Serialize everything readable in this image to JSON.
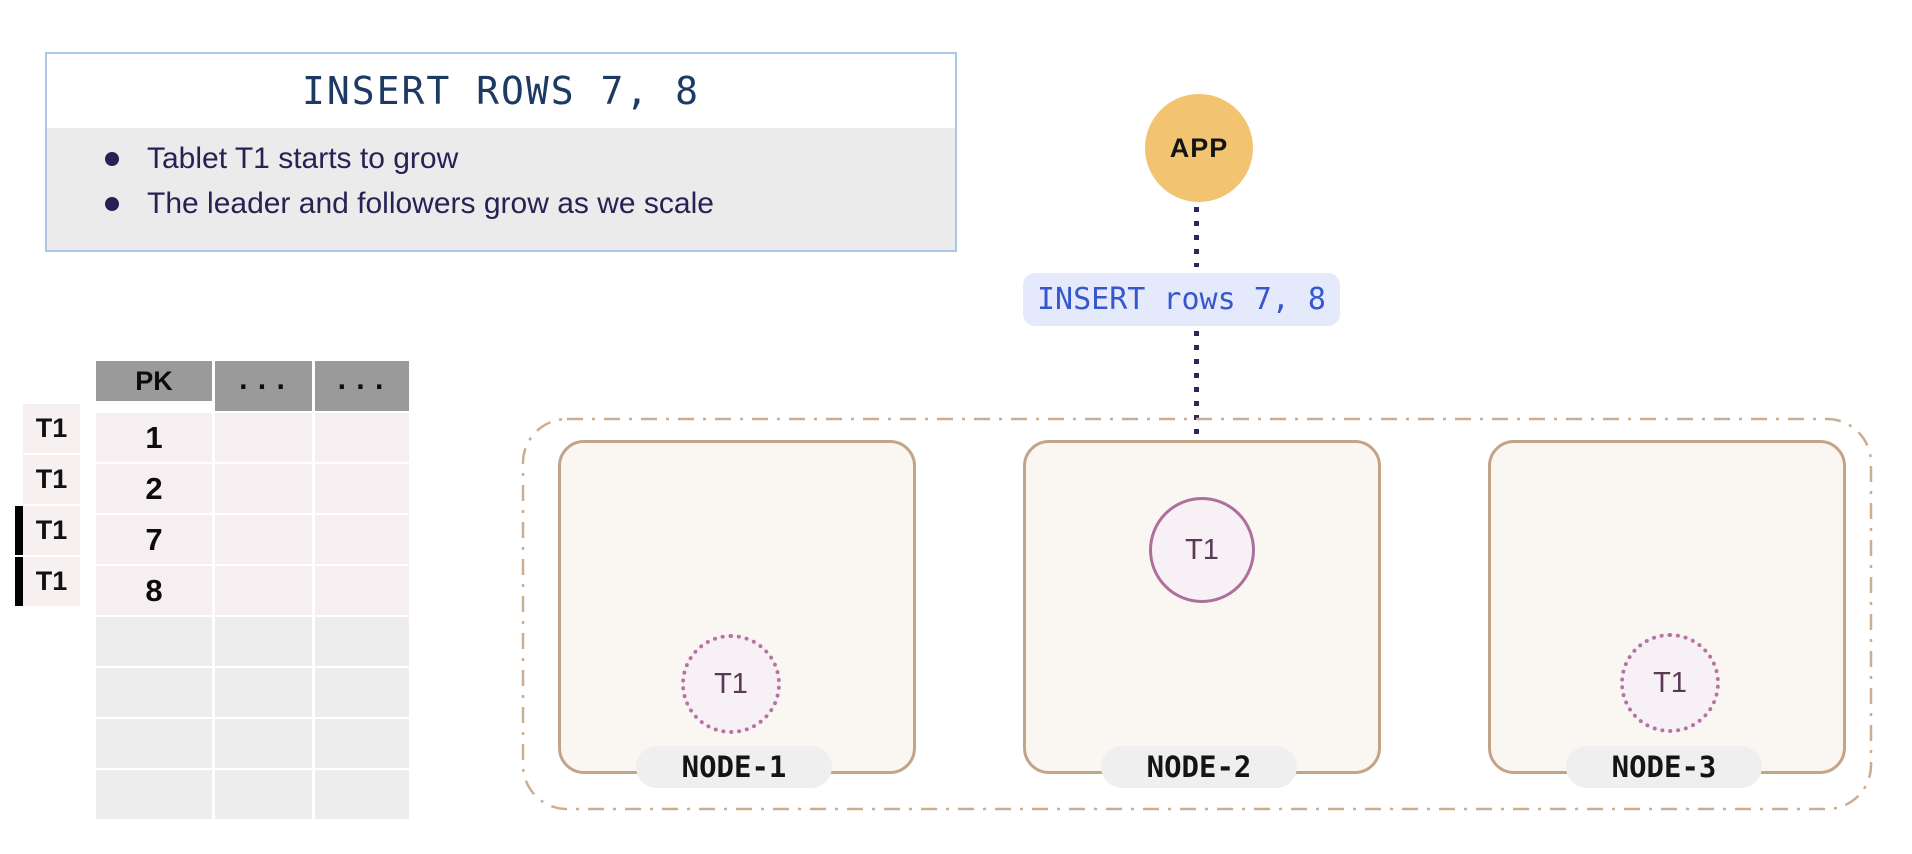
{
  "info_panel": {
    "title": "INSERT ROWS 7, 8",
    "bullets": [
      "Tablet T1 starts to grow",
      "The leader and followers grow as we scale"
    ]
  },
  "app": {
    "label": "APP"
  },
  "query_badge": {
    "label": "INSERT rows 7, 8"
  },
  "table": {
    "headers": [
      "PK",
      "...",
      "..."
    ],
    "rows": [
      {
        "tablet": "T1",
        "pk": "1",
        "new_row": false
      },
      {
        "tablet": "T1",
        "pk": "2",
        "new_row": false
      },
      {
        "tablet": "T1",
        "pk": "7",
        "new_row": true
      },
      {
        "tablet": "T1",
        "pk": "8",
        "new_row": true
      }
    ],
    "empty_row_count": 4
  },
  "cluster": {
    "nodes": [
      {
        "label": "NODE-1",
        "tablet": {
          "label": "T1",
          "role": "follower"
        }
      },
      {
        "label": "NODE-2",
        "tablet": {
          "label": "T1",
          "role": "leader"
        }
      },
      {
        "label": "NODE-3",
        "tablet": {
          "label": "T1",
          "role": "follower"
        }
      }
    ]
  },
  "colors": {
    "title-blue": "#1d3a63",
    "bullet-navy": "#262253",
    "panel-border": "#abc6e6",
    "panel-body-bg": "#ebebeb",
    "header-gray": "#9b9a9b",
    "row-pink": "#f6eff1",
    "row-gray": "#ededed",
    "app-orange": "#f2c472",
    "badge-bg": "#e4eafb",
    "badge-text": "#3657cd",
    "arrow-navy": "#29295a",
    "cluster-dash": "#cbae92",
    "node-border": "#c2a489",
    "node-bg": "#faf7f3",
    "tablet-border": "#ad6f9c",
    "tablet-bg": "#f7f0f5",
    "tablet-text": "#5a3955",
    "pill-bg": "#efeff0"
  }
}
